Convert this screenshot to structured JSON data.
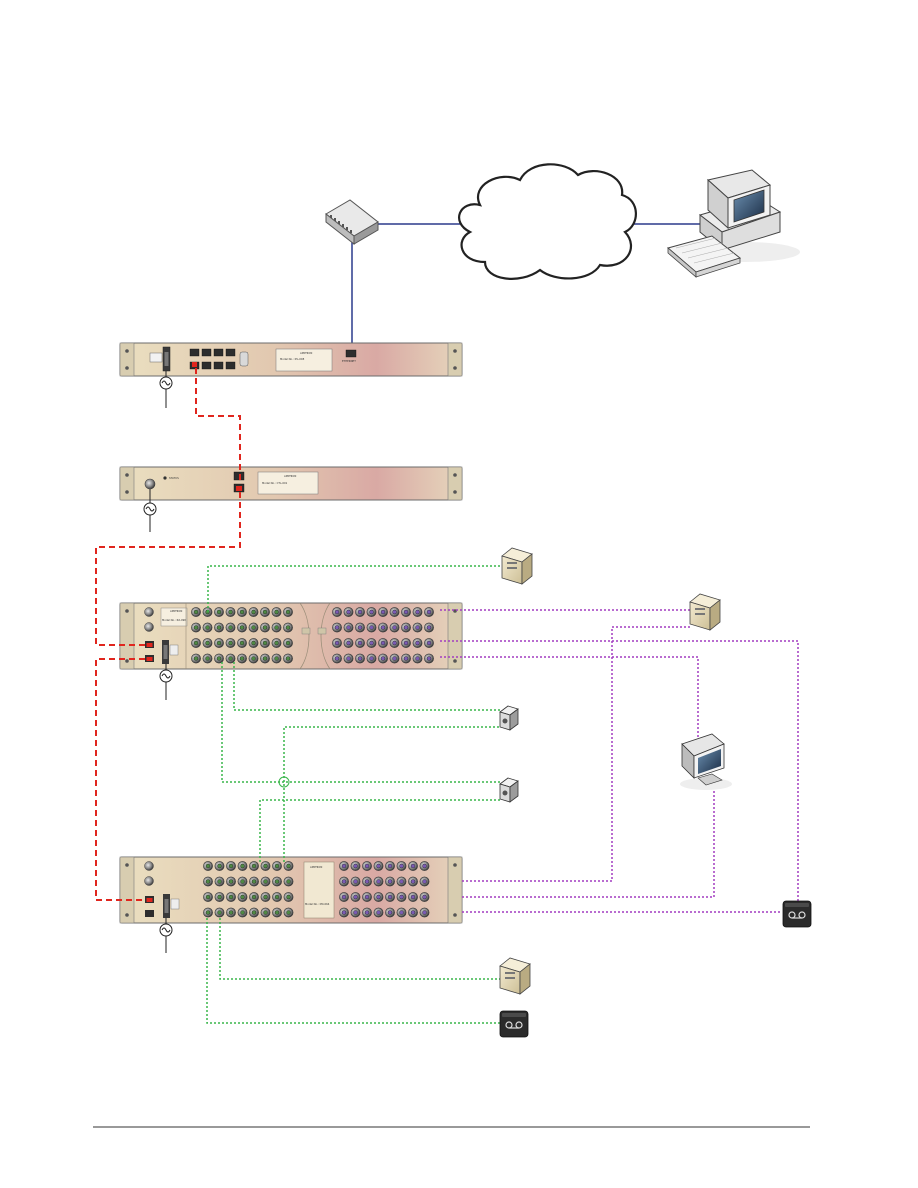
{
  "colors": {
    "network_line": "#2b3a8c",
    "red_link": "#e0261e",
    "green_link": "#39b54a",
    "purple_link": "#a23cc0",
    "rack_fill": "#e7d9b8",
    "rack_tint": "#d8a6a0",
    "rack_border": "#6b6b6b",
    "bnc_ring": "#5a5a5a",
    "bnc_green": "#4f8a44",
    "bnc_purple": "#7b5bb3",
    "footer_rule": "#333333"
  },
  "icons": {
    "cloud": "cloud-icon",
    "switch": "network-switch-icon",
    "workstation": "desktop-computer-icon",
    "server": "server-tower-icon",
    "speaker": "speaker-icon",
    "monitor": "monitor-icon",
    "recorder": "recorder-icon",
    "power": "ac-power-icon"
  },
  "devices": {
    "unit1": {
      "brand": "AMPHION",
      "model_text": "Model No.: IPL-008",
      "port_label": "ETHERNET"
    },
    "unit2": {
      "brand": "AMPHION",
      "model_text": "Model No.: CTL-001",
      "status_text": "STATUS"
    },
    "unit3": {
      "brand": "AMPHION",
      "model_text": "Model No.: RX-096"
    },
    "unit4": {
      "brand": "AMPHION",
      "model_text": "Model No.: MX-064"
    }
  }
}
